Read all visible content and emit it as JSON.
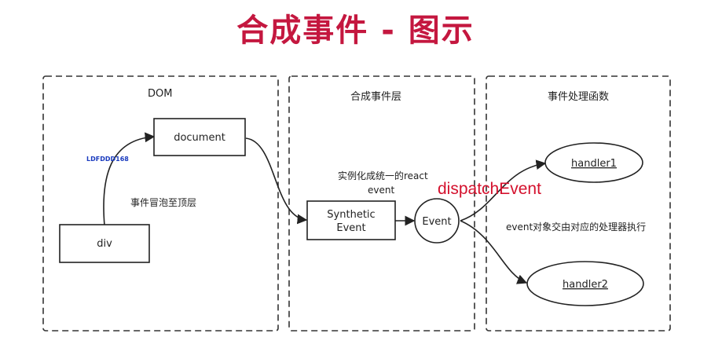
{
  "title": "合成事件 - 图示",
  "panels": {
    "dom": {
      "label": "DOM"
    },
    "synthetic": {
      "label": "合成事件层"
    },
    "handlers": {
      "label": "事件处理函数"
    }
  },
  "nodes": {
    "document": "document",
    "div": "div",
    "synthetic_event_line1": "Synthetic",
    "synthetic_event_line2": "Event",
    "event": "Event",
    "handler1": "handler1",
    "handler2": "handler2"
  },
  "notes": {
    "bubble": "事件冒泡至顶层",
    "instantiate_line1": "实例化成统一的react",
    "instantiate_line2": "event",
    "dispatch": "dispatchEvent",
    "handler_exec": "event对象交由对应的处理器执行"
  },
  "watermark": "LDFDDD168",
  "colors": {
    "title": "#c4173f",
    "dispatch": "#d4112d",
    "stroke": "#222222"
  }
}
